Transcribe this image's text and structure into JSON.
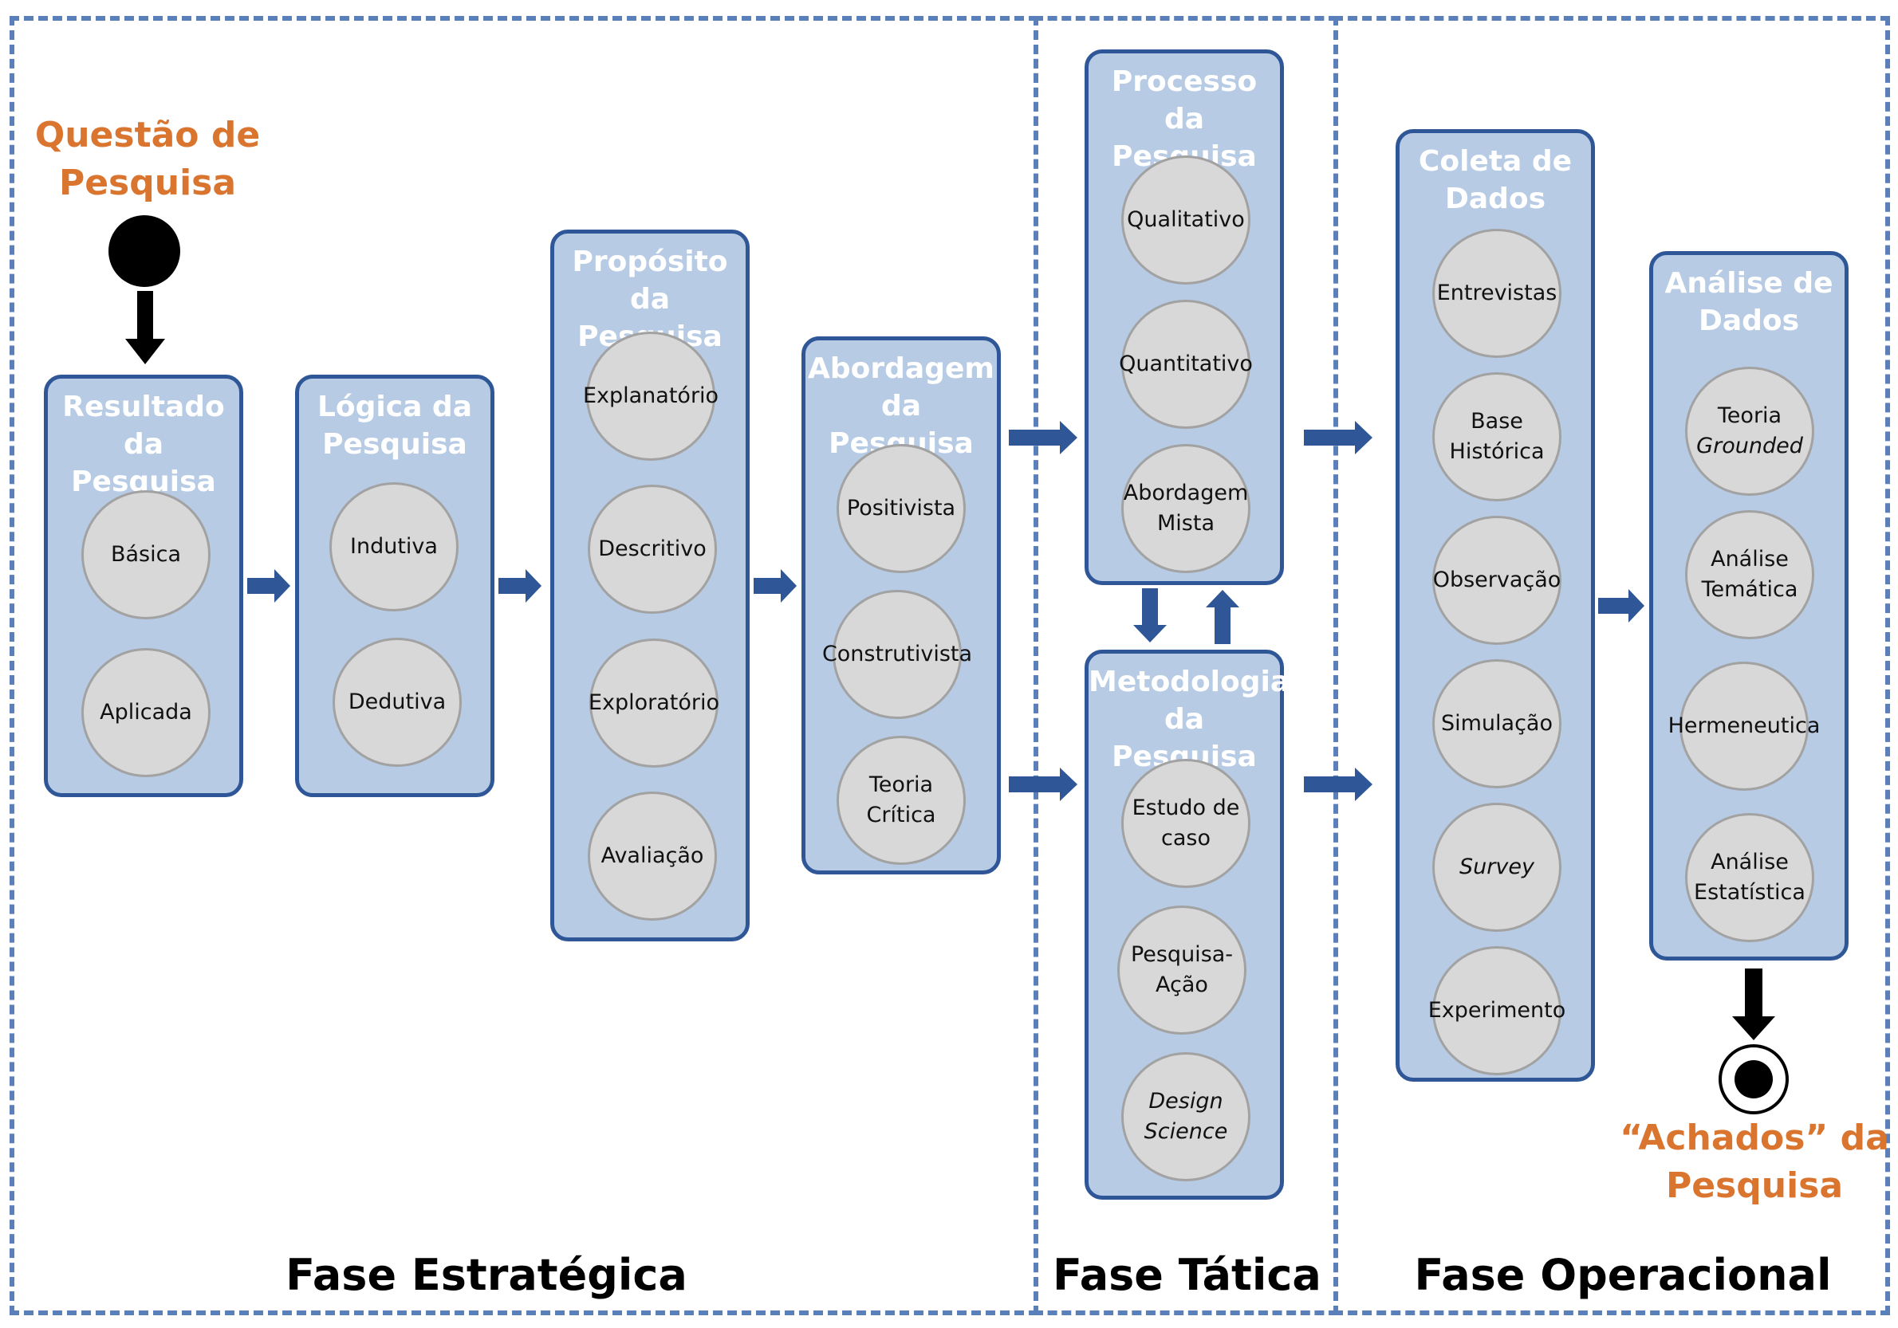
{
  "start": {
    "label": "Questão de\nPesquisa"
  },
  "end": {
    "label": "“Achados” da\nPesquisa"
  },
  "phases": {
    "estrategica": "Fase Estratégica",
    "tatica": "Fase Tática",
    "operacional": "Fase Operacional"
  },
  "boxes": {
    "resultado": {
      "title": "Resultado\nda Pesquisa",
      "items": [
        "Básica",
        "Aplicada"
      ]
    },
    "logica": {
      "title": "Lógica da\nPesquisa",
      "items": [
        "Indutiva",
        "Dedutiva"
      ]
    },
    "proposito": {
      "title": "Propósito\nda Pesquisa",
      "items": [
        "Explanatório",
        "Descritivo",
        "Exploratório",
        "Avaliação"
      ]
    },
    "abordagem": {
      "title": "Abordagem\nda Pesquisa",
      "items": [
        "Positivista",
        "Construtivista",
        "Teoria\nCrítica"
      ]
    },
    "processo": {
      "title": "Processo da\nPesquisa",
      "items": [
        "Qualitativo",
        "Quantitativo",
        "Abordagem\nMista"
      ]
    },
    "metodologia": {
      "title": "Metodologia\nda Pesquisa",
      "items": [
        "Estudo de\ncaso",
        "Pesquisa-Ação",
        "Design\nScience"
      ]
    },
    "coleta": {
      "title": "Coleta de\nDados",
      "items": [
        "Entrevistas",
        "Base\nHistórica",
        "Observação",
        "Simulação",
        "Survey",
        "Experimento"
      ]
    },
    "analise": {
      "title": "Análise de\nDados",
      "items": [
        "Teoria",
        "Grounded",
        "Análise\nTemática",
        "Hermeneutica",
        "Análise\nEstatística"
      ]
    }
  }
}
